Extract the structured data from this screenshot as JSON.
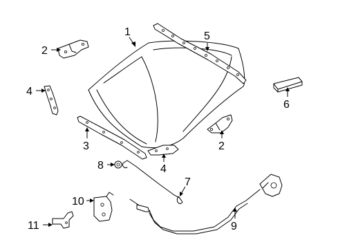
{
  "diagram": {
    "callouts": [
      {
        "id": "c1",
        "label": "1"
      },
      {
        "id": "c2a",
        "label": "2"
      },
      {
        "id": "c2b",
        "label": "2"
      },
      {
        "id": "c3",
        "label": "3"
      },
      {
        "id": "c4a",
        "label": "4"
      },
      {
        "id": "c4b",
        "label": "4"
      },
      {
        "id": "c5",
        "label": "5"
      },
      {
        "id": "c6",
        "label": "6"
      },
      {
        "id": "c7",
        "label": "7"
      },
      {
        "id": "c8",
        "label": "8"
      },
      {
        "id": "c9",
        "label": "9"
      },
      {
        "id": "c10",
        "label": "10"
      },
      {
        "id": "c11",
        "label": "11"
      }
    ],
    "colors": {
      "line": "#000000",
      "background": "#ffffff"
    }
  }
}
